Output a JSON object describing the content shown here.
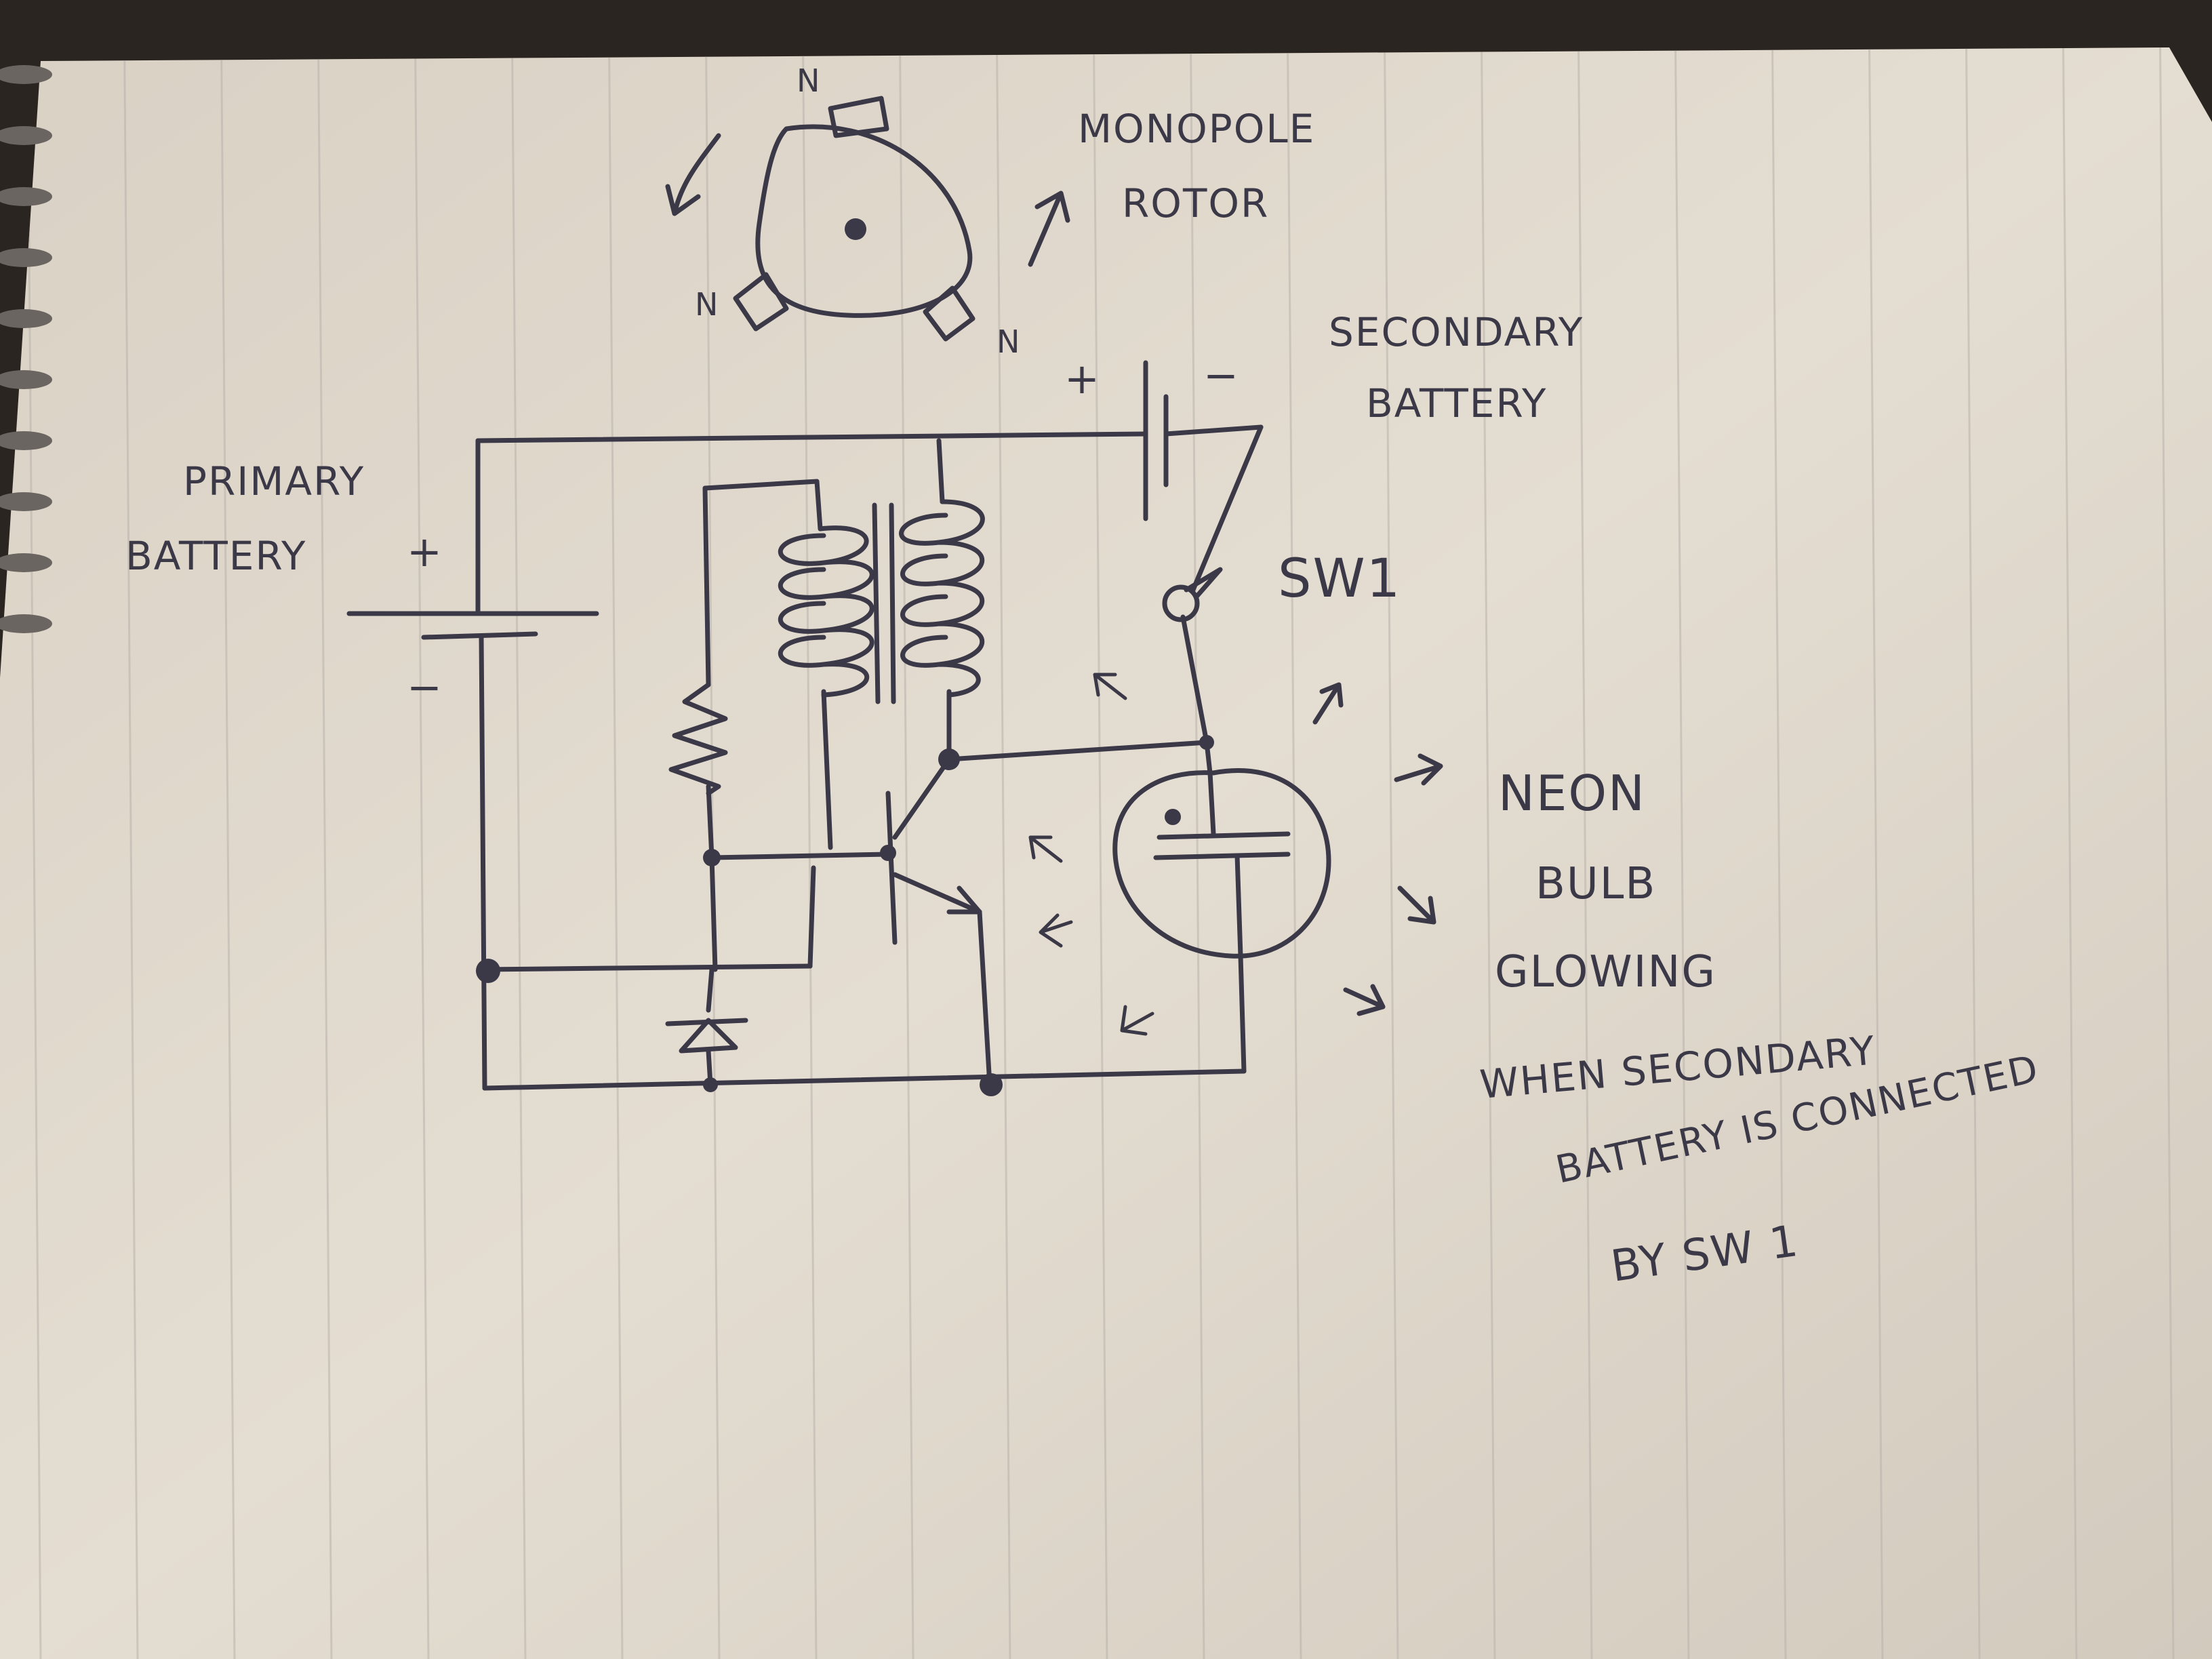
{
  "diagram": {
    "rotor_label_line1": "MONOPOLE",
    "rotor_label_line2": "ROTOR",
    "pole_labels": [
      "N",
      "N",
      "N"
    ],
    "secondary_battery_line1": "SECONDARY",
    "secondary_battery_line2": "BATTERY",
    "primary_battery_line1": "PRIMARY",
    "primary_battery_line2": "BATTERY",
    "plus_sign": "+",
    "minus_sign": "−",
    "switch_label": "SW1",
    "note_lines": [
      "NEON",
      "BULB",
      "GLOWING",
      "WHEN SECONDARY",
      "BATTERY IS CONNECTED",
      "BY SW 1"
    ]
  },
  "colors": {
    "ink": "#3b3847",
    "paper": "#e6dfd3",
    "rule": "#bfb8b0",
    "background": "#2a2520"
  }
}
